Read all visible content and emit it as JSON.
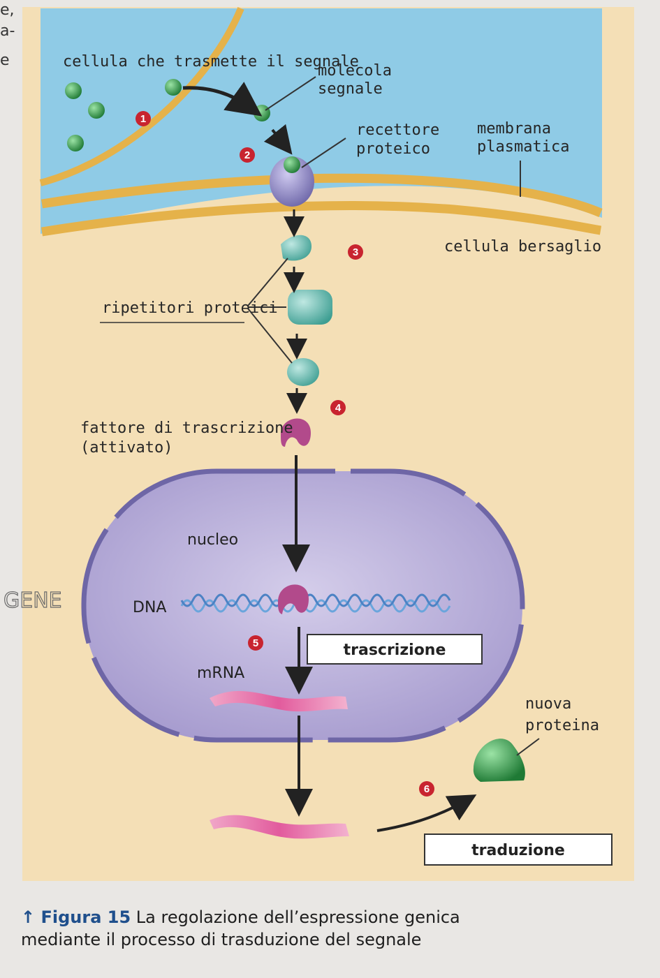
{
  "margin": {
    "line1": "e,",
    "line2": "a-",
    "line3": "e",
    "gene_note": "GENE"
  },
  "labels": {
    "sending_cell": "cellula che trasmette il segnale",
    "signal_molecule_1": "molecola",
    "signal_molecule_2": "segnale",
    "receptor_1": "recettore",
    "receptor_2": "proteico",
    "membrane_1": "membrana",
    "membrane_2": "plasmatica",
    "target_cell": "cellula bersaglio",
    "relay_proteins": "ripetitori proteici",
    "transcription_factor_1": "fattore di trascrizione",
    "transcription_factor_2": "(attivato)",
    "nucleus": "nucleo",
    "dna": "DNA",
    "mrna": "mRNA",
    "new_protein_1": "nuova",
    "new_protein_2": "proteina",
    "transcription": "trascrizione",
    "translation": "traduzione"
  },
  "steps": [
    "1",
    "2",
    "3",
    "4",
    "5",
    "6"
  ],
  "caption": {
    "figure_ref": "Figura 15",
    "text_1": "La regolazione dell’espressione genica",
    "text_2": "mediante il processo di trasduzione del segnale"
  },
  "colors": {
    "extracellular": "#8fcbe6",
    "cytoplasm": "#f4dfb6",
    "membrane": "#e5b24a",
    "nucleus": "#b4aad6",
    "relay": "#6fbfb3",
    "signal": "#3a9a50",
    "receptor": "#8b84bf",
    "factor": "#b24a8b",
    "mrna": "#e36aa6",
    "step_badge": "#c8242f"
  }
}
